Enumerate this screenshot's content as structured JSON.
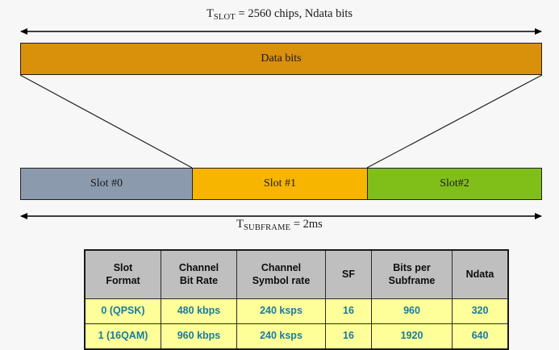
{
  "diagram": {
    "background_color": "#f7f7f7",
    "slot_dimension": {
      "prefix": "T",
      "subscript": "SLOT",
      "suffix": " = 2560 chips, Ndata bits",
      "full_text": "TSLOT = 2560 chips, Ndata bits"
    },
    "subframe_dimension": {
      "prefix": "T",
      "subscript": "SUBFRAME",
      "suffix": " = 2ms",
      "full_text": "TSUBFRAME = 2ms"
    },
    "data_bits_bar": {
      "label": "Data bits",
      "color": "#d9900a"
    },
    "slots": [
      {
        "label": "Slot #0",
        "color": "#8b9aad"
      },
      {
        "label": "Slot #1",
        "color": "#f8b500"
      },
      {
        "label": "Slot#2",
        "color": "#80bf1a"
      }
    ]
  },
  "table": {
    "header_background": "#bfbfbf",
    "cell_background": "#ffff99",
    "cell_text_color": "#1a7a9e",
    "columns": [
      {
        "line1": "Slot",
        "line2": "Format"
      },
      {
        "line1": "Channel",
        "line2": "Bit Rate"
      },
      {
        "line1": "Channel",
        "line2": "Symbol rate"
      },
      {
        "line1": "SF",
        "line2": ""
      },
      {
        "line1": "Bits per",
        "line2": "Subframe"
      },
      {
        "line1": "Ndata",
        "line2": ""
      }
    ],
    "rows": [
      {
        "slot_format": "0 (QPSK)",
        "channel_bit_rate": "480 kbps",
        "channel_symbol_rate": "240 ksps",
        "sf": "16",
        "bits_per_subframe": "960",
        "ndata": "320"
      },
      {
        "slot_format": "1 (16QAM)",
        "channel_bit_rate": "960 kbps",
        "channel_symbol_rate": "240 ksps",
        "sf": "16",
        "bits_per_subframe": "1920",
        "ndata": "640"
      }
    ]
  }
}
